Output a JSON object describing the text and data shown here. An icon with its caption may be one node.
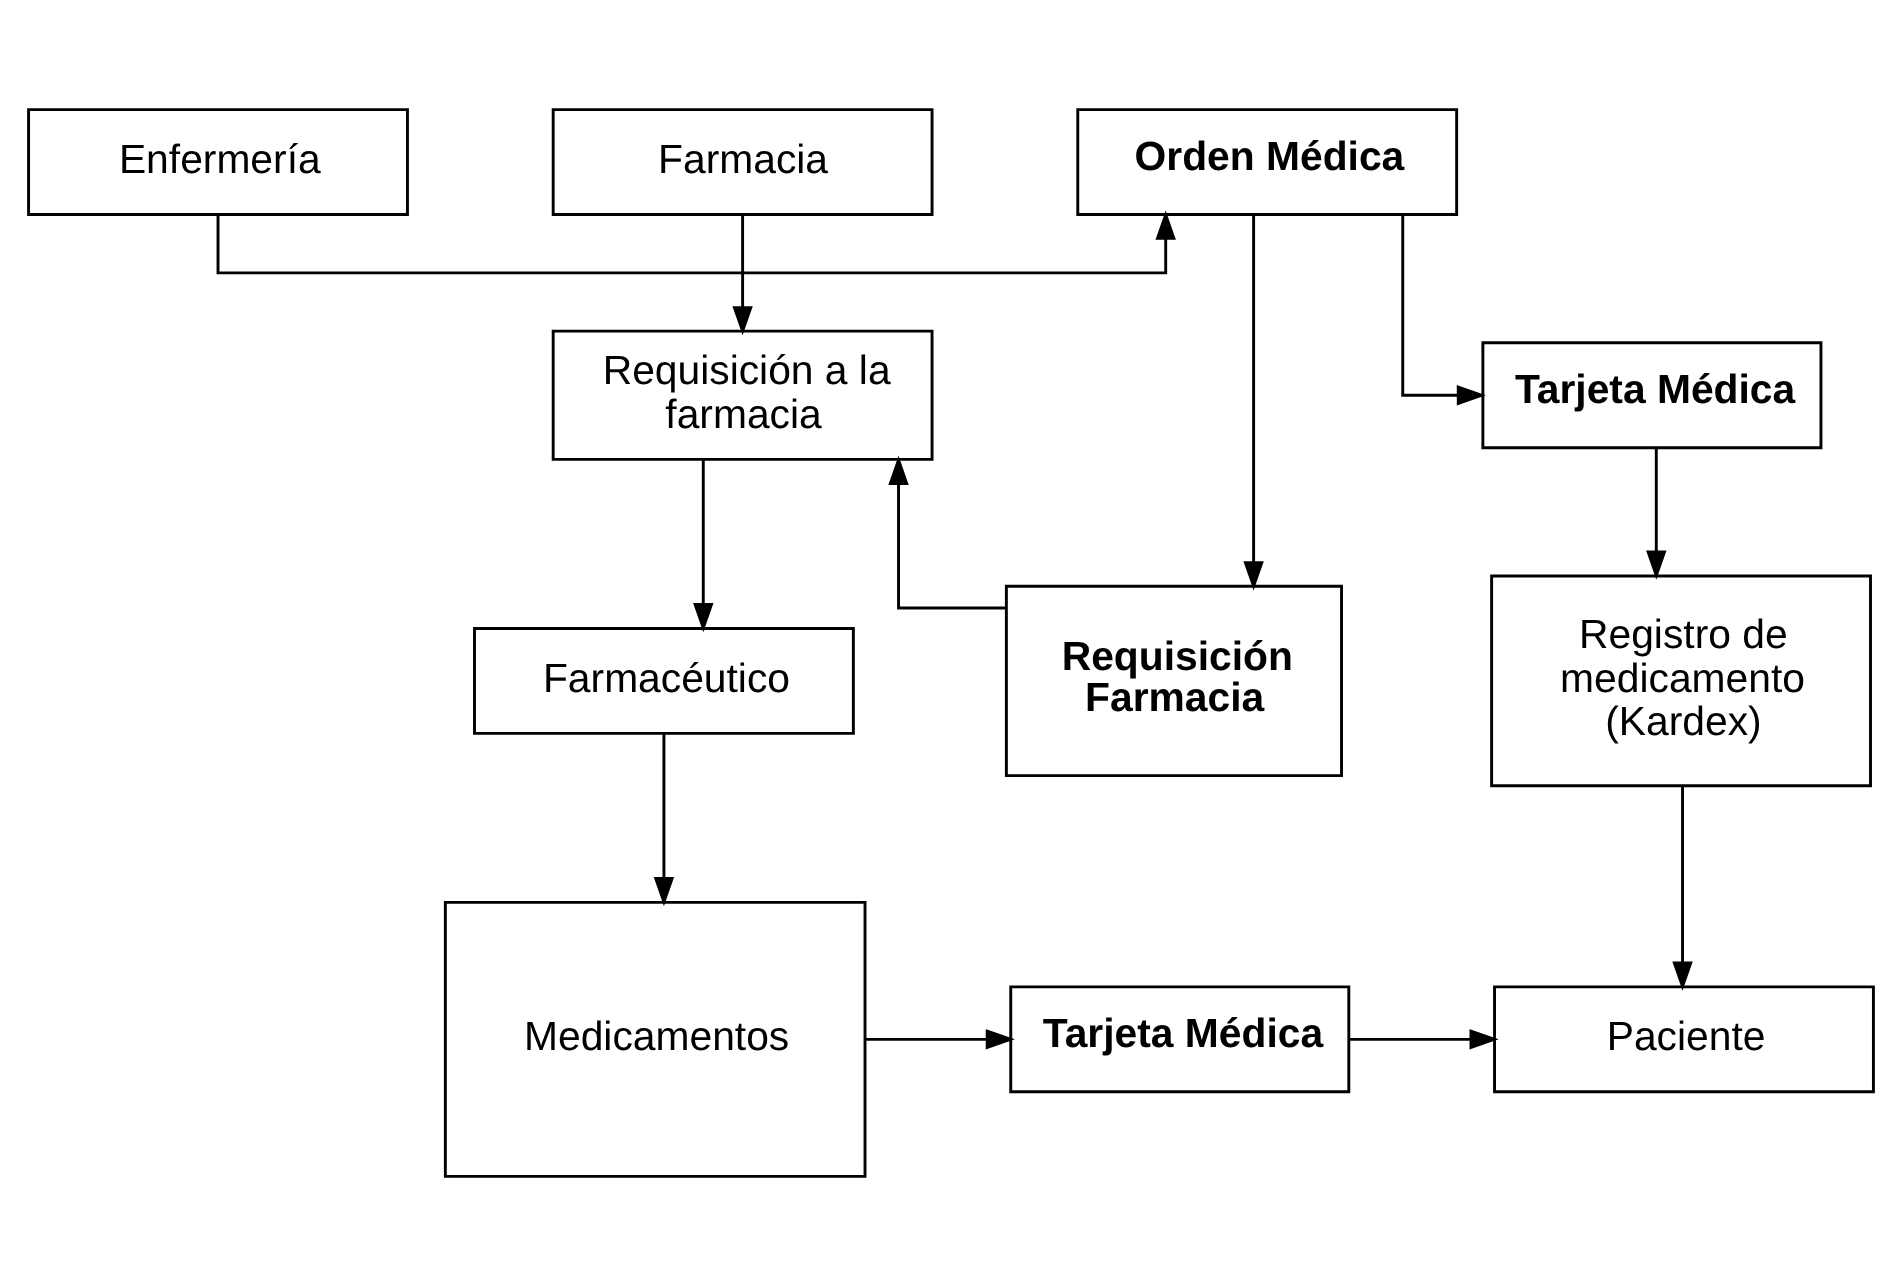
{
  "diagram": {
    "nodes": [
      {
        "text": [
          "Enfermería"
        ]
      },
      {
        "text": [
          "Orden Médica"
        ]
      },
      {
        "text": [
          "Farmacia"
        ]
      },
      {
        "text": [
          "Tarjeta Médica"
        ]
      },
      {
        "text": [
          "Requisición a la farmacia"
        ]
      },
      {
        "text": [
          "Registro de medicamento (Kardex)"
        ]
      },
      {
        "text": [
          "Requisición Farmacia"
        ]
      },
      {
        "text": [
          "Farmacéutico"
        ]
      },
      {
        "text": [
          "Paciente"
        ]
      },
      {
        "text": [
          "Tarjeta Médica"
        ]
      },
      {
        "text": [
          "Medicamentos"
        ]
      }
    ],
    "edges": [
      {
        "from": 0,
        "to": 1,
        "arrow": "to"
      },
      {
        "from": 1,
        "to": 3,
        "arrow": "to"
      },
      {
        "from": 1,
        "to": 6,
        "arrow": "to"
      },
      {
        "from": 2,
        "to": 4,
        "arrow": "to"
      },
      {
        "from": 3,
        "to": 5,
        "arrow": "to"
      },
      {
        "from": 6,
        "to": 4,
        "arrow": "to"
      },
      {
        "from": 4,
        "to": 7,
        "arrow": "to"
      },
      {
        "from": 5,
        "to": 8,
        "arrow": "to"
      },
      {
        "from": 7,
        "to": 10,
        "arrow": "to"
      },
      {
        "from": 10,
        "to": 9,
        "arrow": "to"
      },
      {
        "from": 9,
        "to": 8,
        "arrow": "to"
      }
    ]
  }
}
